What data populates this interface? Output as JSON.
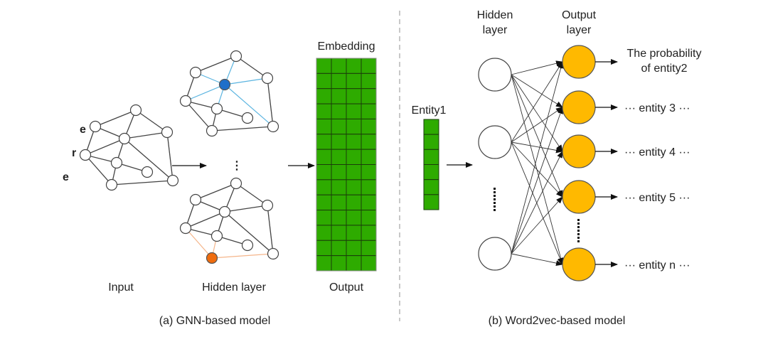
{
  "panel_a": {
    "caption": "(a) GNN-based model",
    "input_label": "Input",
    "hidden_label": "Hidden layer",
    "output_label": "Output",
    "embedding_title": "Embedding",
    "edge_label_e1": "e",
    "edge_label_r": "r",
    "edge_label_e2": "e",
    "vertical_ellipsis": "⋮",
    "embedding_grid": {
      "rows": 14,
      "cols": 4
    },
    "colors": {
      "embedding": "#2eab00",
      "focus_blue": "#1f6fc9",
      "focus_blue_edge": "#5ab4e0",
      "focus_orange": "#ef6c0e",
      "focus_orange_edge": "#f5b58a"
    }
  },
  "panel_b": {
    "caption": "(b) Word2vec-based model",
    "entity_label": "Entity1",
    "entity_vector": {
      "cells": 6
    },
    "hidden_title_line1": "Hidden",
    "hidden_title_line2": "layer",
    "output_title_line1": "Output",
    "output_title_line2": "layer",
    "hidden_nodes": 3,
    "output_nodes": 5,
    "outputs": [
      {
        "line1": "The probability",
        "line2": "of entity2"
      },
      {
        "line1": "··· entity 3 ···"
      },
      {
        "line1": "··· entity 4 ···"
      },
      {
        "line1": "··· entity 5 ···"
      },
      {
        "line1": "··· entity n ···"
      }
    ],
    "colors": {
      "output_node": "#ffb900",
      "entity_vector": "#2eab00"
    }
  }
}
